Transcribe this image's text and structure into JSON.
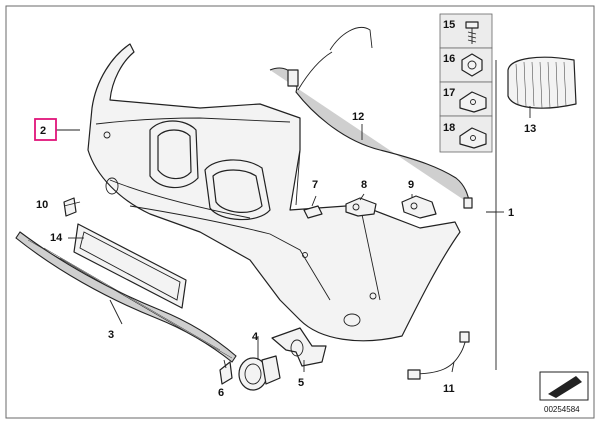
{
  "diagram": {
    "callouts": {
      "c1": "1",
      "c2": "2",
      "c3": "3",
      "c4": "4",
      "c5": "5",
      "c6": "6",
      "c7": "7",
      "c8": "8",
      "c9": "9",
      "c10": "10",
      "c11": "11",
      "c12": "12",
      "c13": "13",
      "c14": "14",
      "c15": "15",
      "c16": "16",
      "c17": "17",
      "c18": "18"
    },
    "highlighted_callout": "2",
    "highlight_color": "#e0147a",
    "document_number": "00254584",
    "icons": [
      "part-view-arrow-icon"
    ]
  }
}
